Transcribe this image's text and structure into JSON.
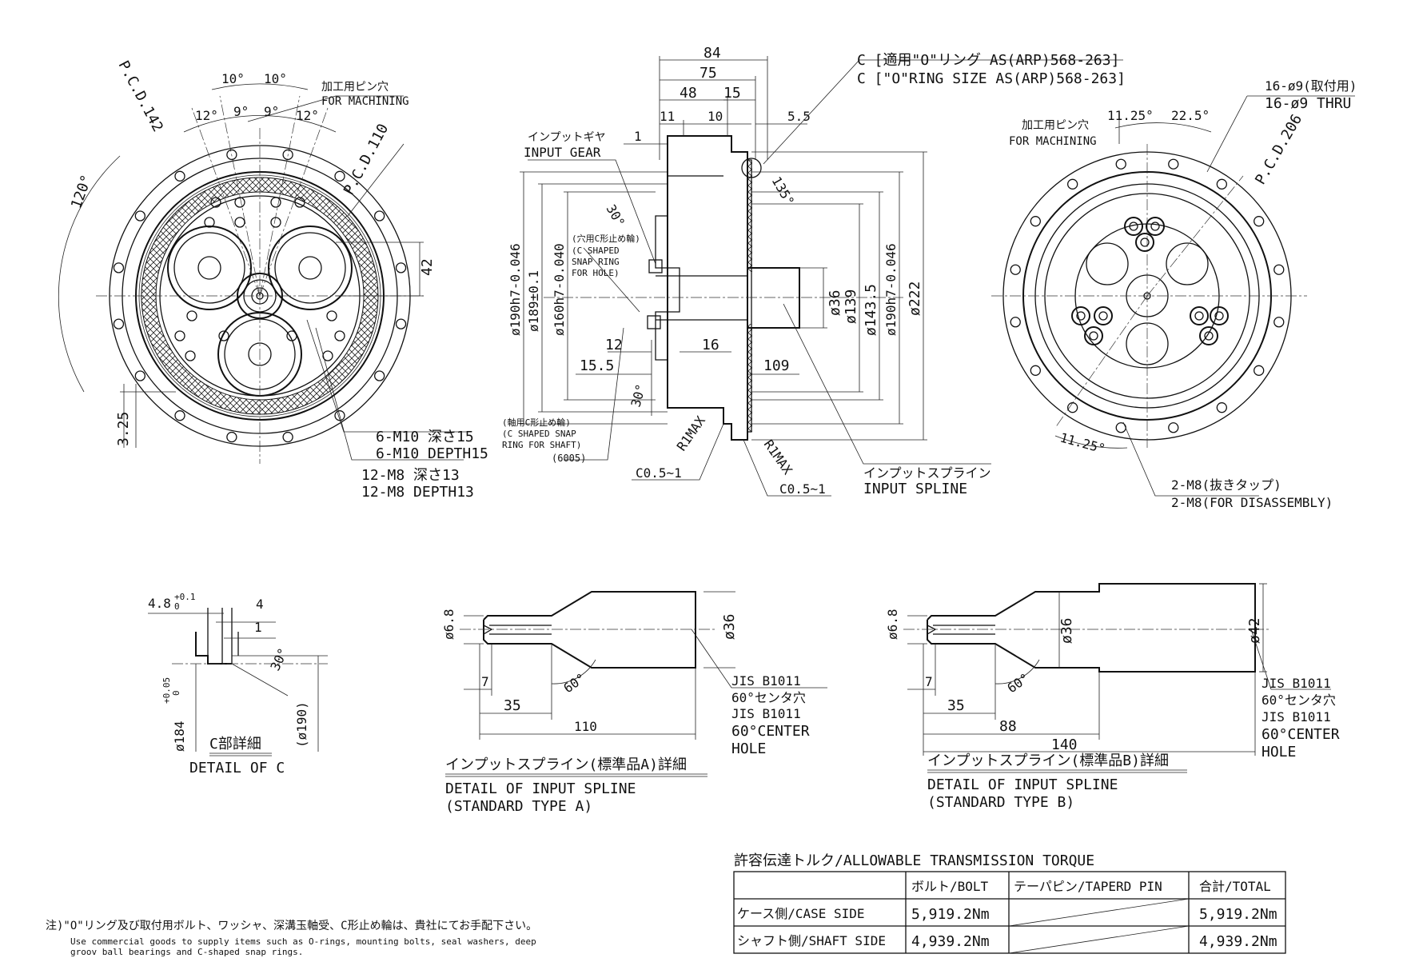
{
  "top_view_left": {
    "pcd_outer": "P.C.D.142",
    "pcd_inner": "P.C.D.110",
    "angle_a1": "10°",
    "angle_a2": "10°",
    "angle_b1": "12°",
    "angle_b2": "9°",
    "angle_b3": "9°",
    "angle_b4": "12°",
    "angle_120": "120°",
    "pin_hole_jp": "加工用ピン穴",
    "pin_hole_en": "FOR MACHINING",
    "dim_42": "42",
    "dim_325": "3.25",
    "m10_jp": "6-M10 深さ15",
    "m10_en": "6-M10 DEPTH15",
    "m8_jp": "12-M8 深さ13",
    "m8_en": "12-M8 DEPTH13"
  },
  "section_view": {
    "oring_jp": "C [適用\"O\"リング AS(ARP)568-263]",
    "oring_en": "C [\"O\"RING SIZE AS(ARP)568-263]",
    "d84": "84",
    "d75": "75",
    "d48": "48",
    "d15": "15",
    "d11": "11",
    "d10": "10",
    "d55": "5.5",
    "d1": "1",
    "input_gear_jp": "インプットギヤ",
    "input_gear_en": "INPUT GEAR",
    "angle30": "30°",
    "angle135": "135°",
    "ring_hole_jp": "(穴用C形止め輪)",
    "ring_hole_en1": "(C SHAPED",
    "ring_hole_en2": "SNAP RING",
    "ring_hole_en3": "FOR HOLE)",
    "dia190a": "ø190h7-0.046",
    "dia189": "ø189±0.1",
    "dia160": "ø160h7-0.040",
    "dia36": "ø36",
    "dia139": "ø139",
    "dia1435": "ø143.5",
    "dia190b": "ø190h7-0.046",
    "dia222": "ø222",
    "d12": "12",
    "d16": "16",
    "d155": "15.5",
    "d109": "109",
    "angle30b": "30°",
    "ring_shaft_jp": "(軸用C形止め輪)",
    "ring_shaft_en1": "(C SHAPED SNAP",
    "ring_shaft_en2": "RING FOR SHAFT)",
    "ring_shaft_no": "(6005)",
    "r1max_a": "R1MAX",
    "r1max_b": "R1MAX",
    "c05_a": "C0.5~1",
    "c05_b": "C0.5~1",
    "spline_jp": "インプットスプライン",
    "spline_en": "INPUT SPLINE"
  },
  "top_view_right": {
    "thru_jp": "16-ø9(取付用)",
    "thru_en": "16-ø9 THRU",
    "angle_1125": "11.25°",
    "angle_225": "22.5°",
    "angle_1125b": "11.25°",
    "pcd": "P.C.D.206",
    "pin_hole_jp": "加工用ピン穴",
    "pin_hole_en": "FOR MACHINING",
    "m8_jp": "2-M8(抜きタップ)",
    "m8_en": "2-M8(FOR DISASSEMBLY)"
  },
  "detail_c": {
    "d48": "4.8",
    "tol48": "+0.1",
    "tol48b": "0",
    "d4": "4",
    "d1": "1",
    "angle": "30°",
    "dia184": "ø184",
    "tol184": "+0.05",
    "tol184b": "0",
    "dia190": "(ø190)",
    "title_jp": "C部詳細",
    "title_en": "DETAIL OF C"
  },
  "spline_a": {
    "dia68": "ø6.8",
    "dia36": "ø36",
    "d7": "7",
    "d35": "35",
    "d110": "110",
    "angle": "60°",
    "jis1": "JIS B1011",
    "center_jp": "60°センタ穴",
    "jis2": "JIS B1011",
    "center_en1": "60°CENTER",
    "center_en2": "HOLE",
    "title_jp": "インプットスプライン(標準品A)詳細",
    "title_en1": "DETAIL OF INPUT SPLINE",
    "title_en2": "(STANDARD TYPE A)"
  },
  "spline_b": {
    "dia68": "ø6.8",
    "dia36": "ø36",
    "dia42": "ø42",
    "d7": "7",
    "d35": "35",
    "d88": "88",
    "d140": "140",
    "angle": "60°",
    "jis1": "JIS B1011",
    "center_jp": "60°センタ穴",
    "jis2": "JIS B1011",
    "center_en1": "60°CENTER",
    "center_en2": "HOLE",
    "title_jp": "インプットスプライン(標準品B)詳細",
    "title_en1": "DETAIL OF INPUT SPLINE",
    "title_en2": "(STANDARD TYPE B)"
  },
  "torque_table": {
    "title": "許容伝達トルク/ALLOWABLE TRANSMISSION TORQUE",
    "headers": [
      "",
      "ボルト/BOLT",
      "テーパピン/TAPERD PIN",
      "合計/TOTAL"
    ],
    "rows": [
      [
        "ケース側/CASE SIDE",
        "5,919.2Nm",
        "",
        "5,919.2Nm"
      ],
      [
        "シャフト側/SHAFT SIDE",
        "4,939.2Nm",
        "",
        "4,939.2Nm"
      ]
    ]
  },
  "note": {
    "jp": "注)\"O\"リング及び取付用ボルト、ワッシャ、深溝玉軸受、C形止め輪は、貴社にてお手配下さい。",
    "en1": "Use commercial goods to supply items such as O-rings, mounting bolts, seal washers, deep",
    "en2": "groov ball bearings and C-shaped snap rings."
  }
}
